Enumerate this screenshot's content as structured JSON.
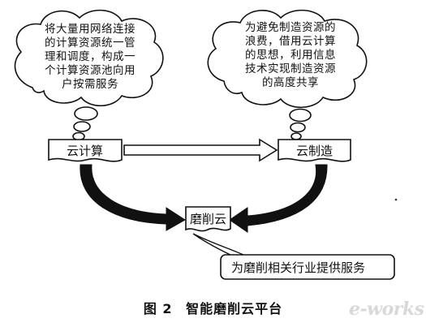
{
  "clouds": {
    "left": {
      "lines": [
        "将大量用网络连接",
        "的计算资源统一管",
        "理和调度，构成一",
        "个计算资源池向用",
        "户按需服务"
      ]
    },
    "right": {
      "lines": [
        "为避免制造资源的",
        "浪费，借用云计算",
        "的思想，利用信息",
        "技术实现制造资源",
        "的高度共享"
      ]
    }
  },
  "boxes": {
    "cloud_computing": "云计算",
    "cloud_manufacturing": "云制造",
    "grinding_cloud": "磨削云"
  },
  "note": {
    "text": "为磨削相关行业提供服务"
  },
  "caption": {
    "figure": "图 2",
    "title": "智能磨削云平台"
  },
  "watermark": "e-works"
}
